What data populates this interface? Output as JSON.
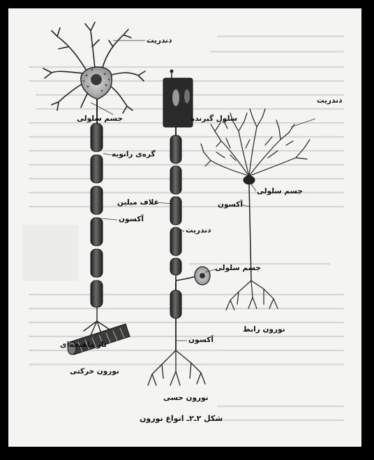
{
  "labels": {
    "dendrite_top": "دندریت",
    "cell_body_motor": "جسم سلولی",
    "node_of_ranvier": "گره‌ی رانویه",
    "myelin_sheath": "غلاف میلین",
    "axon_motor": "آکسون",
    "muscle_fiber": "تار ماهیچه‌ای",
    "motor_neuron": "نورون حرکتی",
    "receptor_cell": "سلول گیرنده",
    "dendrite_sensory": "دندریت",
    "cell_body_sensory": "جسم سلولی",
    "axon_sensory": "آکسون",
    "sensory_neuron": "نورون حسی",
    "dendrite_inter": "دندریت",
    "cell_body_inter": "جسم سلولی",
    "axon_inter": "آکسون",
    "interneuron": "نورون رابط",
    "caption": "شکل ۲ـ۲ـ انواع نورون"
  },
  "colors": {
    "frame": "#000000",
    "page": "#f4f4f2",
    "myelin": "#2f2f2f",
    "ink": "#111111"
  }
}
